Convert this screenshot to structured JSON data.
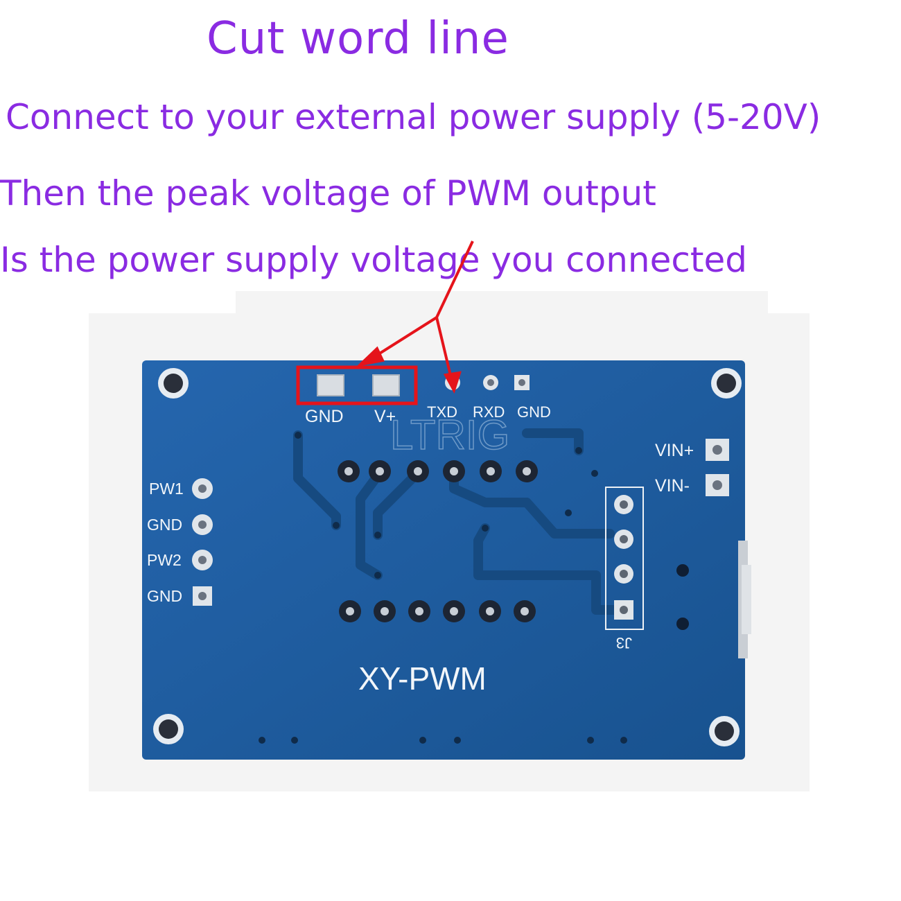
{
  "captions": {
    "line1": "Cut word line",
    "line2": "Connect to your external power supply (5-20V)",
    "line3": "Then the peak voltage of PWM output",
    "line4": "Is the power supply voltage you connected"
  },
  "board": {
    "model": "XY-PWM",
    "top_pins": [
      "GND",
      "V+",
      "TXD",
      "RXD",
      "GND"
    ],
    "left_pins": [
      "PW1",
      "GND",
      "PW2",
      "GND"
    ],
    "right_pins": [
      "VIN+",
      "VIN-"
    ],
    "header_label": "J3",
    "watermark": "LTRIG"
  },
  "colors": {
    "caption": "#8a2be2",
    "pcb": "#1f5fa6",
    "annotation": "#e5141b",
    "silkscreen": "#f2f6fa"
  }
}
